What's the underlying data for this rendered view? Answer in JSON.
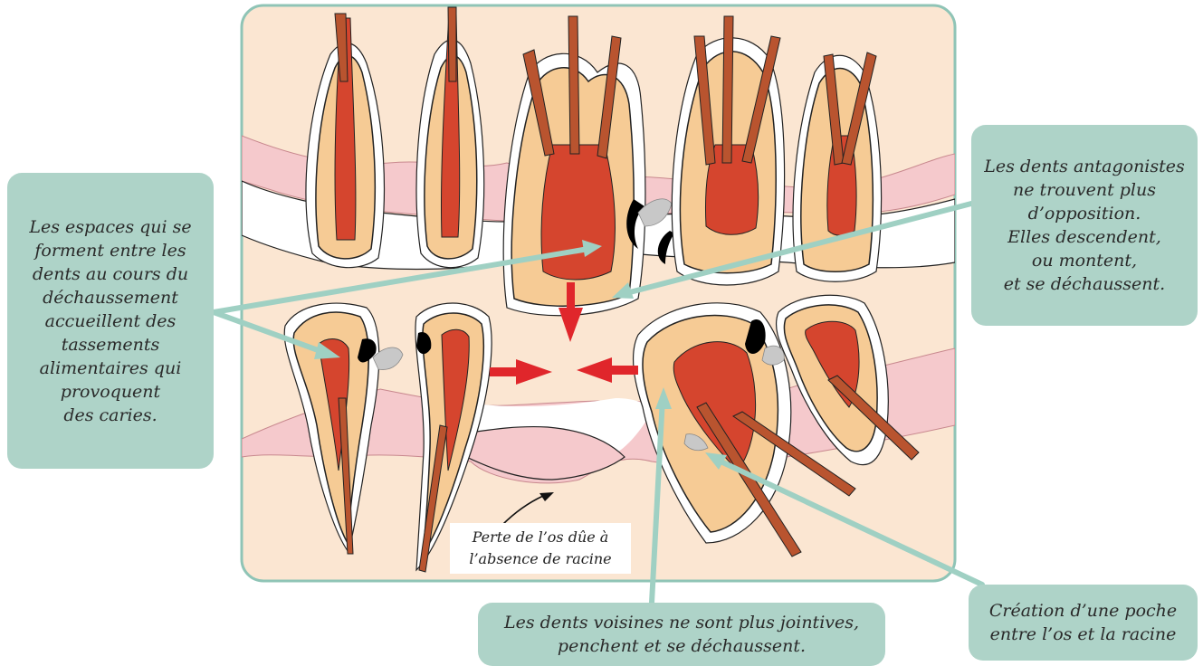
{
  "callouts": {
    "left": "Les espaces qui se\nforment entre les\ndents au cours du\ndéchaussement\naccueillent des\ntassements\nalimentaires qui\nprovoquent\ndes caries.",
    "right": "Les dents antagonistes\nne trouvent plus\nd’opposition.\nElles descendent,\nou montent,\net se déchaussent.",
    "bottom": "Les dents voisines ne sont plus jointives,\npenchent et se déchaussent.",
    "pocket": "Création d’une poche\nentre l’os et la racine"
  },
  "bone_label": "Perte de l’os dûe à\nl’absence de racine",
  "colors": {
    "panel_bg": "#fbe6d2",
    "panel_border": "#8fc4b6",
    "callout_bg": "#aed3c8",
    "arrow_teal": "#9fd0c3",
    "gum_pink": "#f5c9cc",
    "tooth_dentin": "#f6cb95",
    "pulp_red": "#d5452e",
    "root_canal_brown": "#b9542f",
    "red_arrow": "#e0262b",
    "caries_black": "#000000",
    "tartar_gray": "#c8c8c8"
  }
}
